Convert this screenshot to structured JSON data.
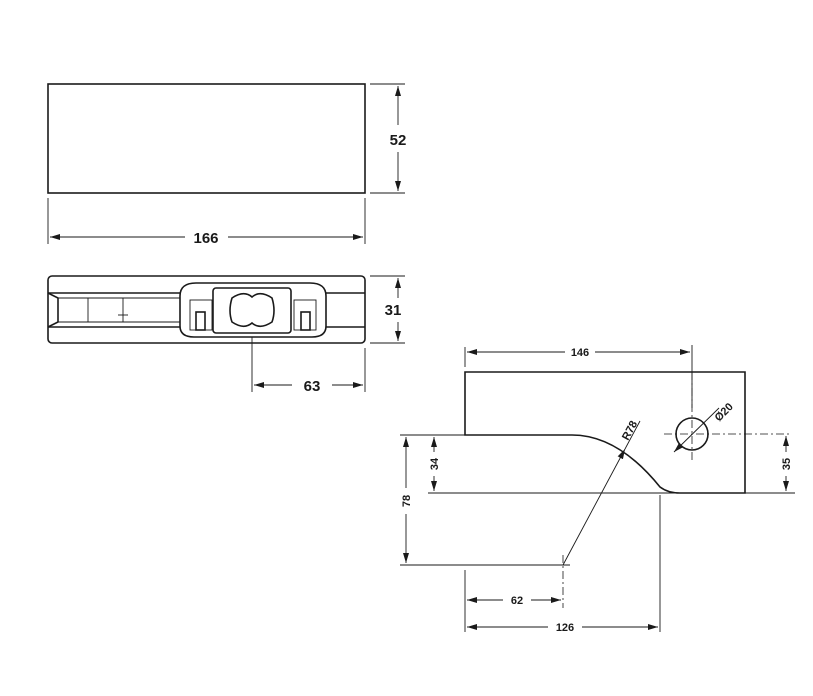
{
  "top_view": {
    "width_label": "166",
    "height_label": "52"
  },
  "front_view": {
    "height_label": "31",
    "offset_label": "63"
  },
  "side_view": {
    "top_width_label": "146",
    "hole_label": "Ø20",
    "radius_label": "R78",
    "left_height_label": "34",
    "right_height_label": "35",
    "overall_height_label": "78",
    "center_offset_label": "62",
    "bottom_width_label": "126"
  }
}
